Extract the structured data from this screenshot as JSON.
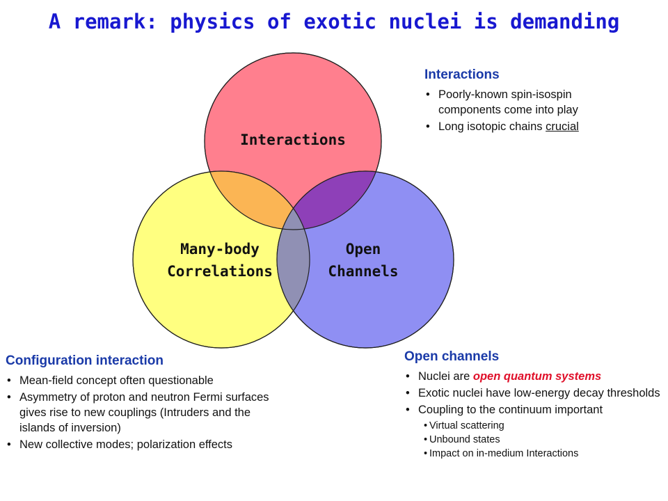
{
  "title": "A remark: physics of exotic nuclei is demanding",
  "venn": {
    "circles": [
      {
        "label_lines": [
          "Interactions"
        ],
        "color": "#ff7f8e"
      },
      {
        "label_lines": [
          "Many-body",
          "Correlations"
        ],
        "color": "#ffff80"
      },
      {
        "label_lines": [
          "Open",
          "Channels"
        ],
        "color": "#8f8ff3"
      }
    ],
    "overlap_colors": {
      "interactions_manybody": "#fbb554",
      "interactions_open": "#8e40b8",
      "manybody_open": "#9090b4"
    }
  },
  "interactions_box": {
    "heading": "Interactions",
    "bullets": [
      "Poorly-known spin-isospin components come into play",
      {
        "text": "Long isotopic chains ",
        "underlined": "crucial"
      }
    ]
  },
  "config_box": {
    "heading": "Configuration interaction",
    "bullets": [
      "Mean-field concept often questionable",
      "Asymmetry of proton and neutron Fermi surfaces gives rise to new couplings (Intruders and the islands of inversion)",
      "New collective modes; polarization effects"
    ]
  },
  "open_box": {
    "heading": "Open channels",
    "bullet1_prefix": "Nuclei are ",
    "bullet1_highlight": "open quantum systems",
    "bullets": [
      "Exotic nuclei have low-energy decay thresholds",
      "Coupling to the continuum important"
    ],
    "sub_bullets": [
      "Virtual scattering",
      "Unbound states",
      "Impact on in-medium Interactions"
    ]
  },
  "colors": {
    "title": "#1818d0",
    "heading": "#1a3aa8",
    "highlight": "#e0102a"
  }
}
